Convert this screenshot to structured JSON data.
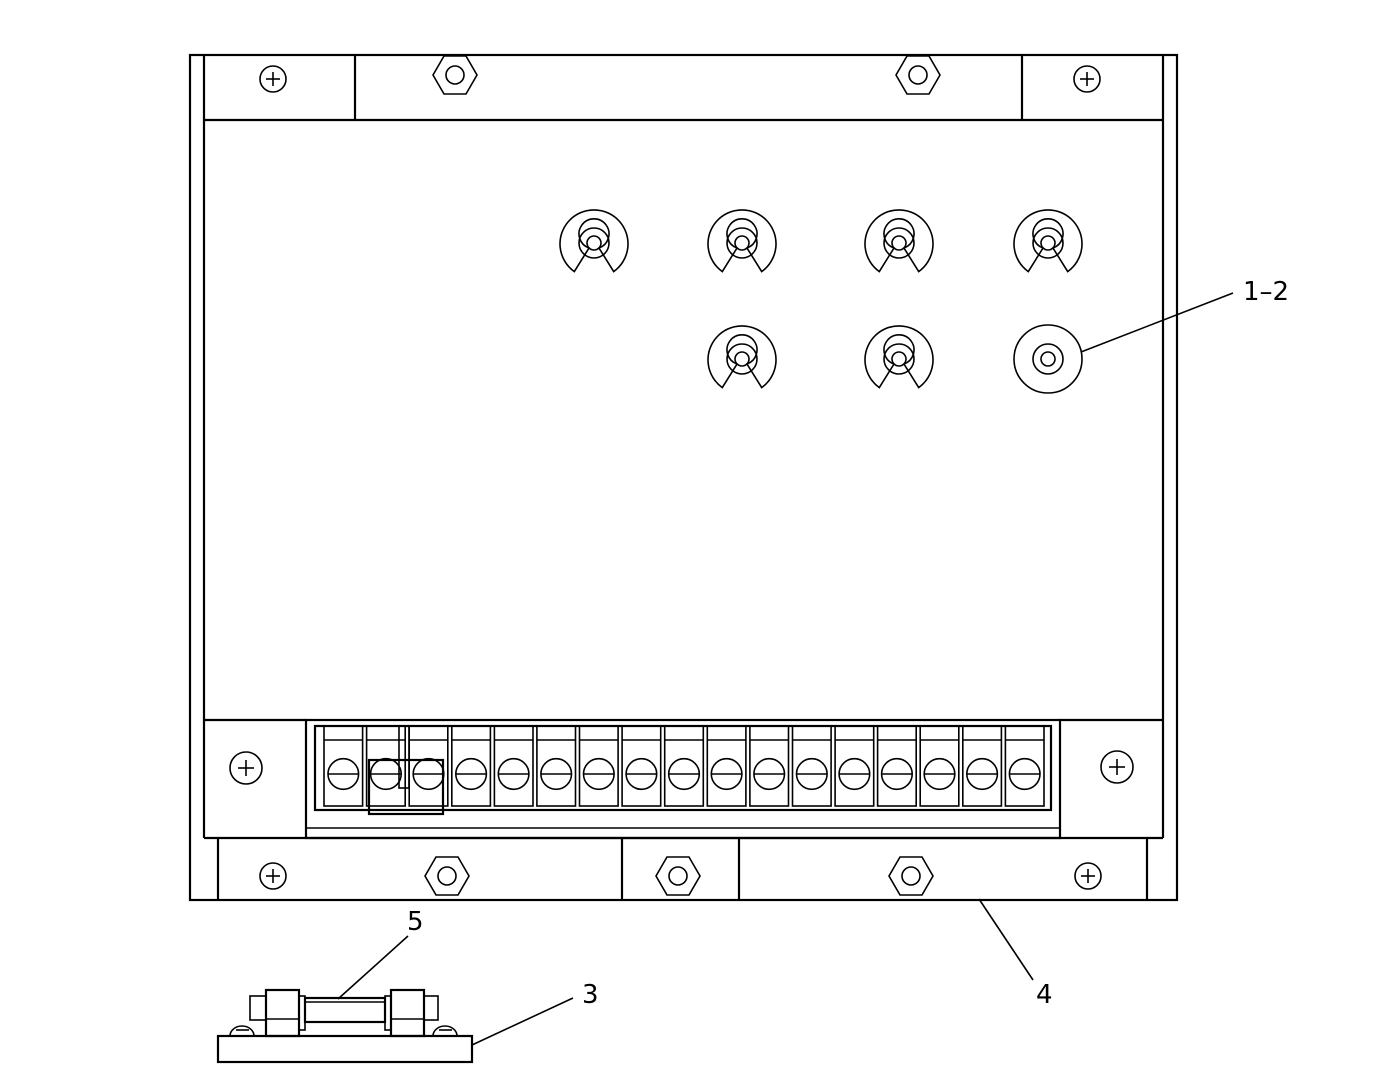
{
  "diagram": {
    "callouts": {
      "item_1_2": "1–2",
      "item_3": "3",
      "item_4": "4",
      "item_5": "5"
    },
    "terminal_block": {
      "terminal_count": 17
    },
    "colors": {
      "line": "#000000",
      "background": "#ffffff"
    }
  }
}
